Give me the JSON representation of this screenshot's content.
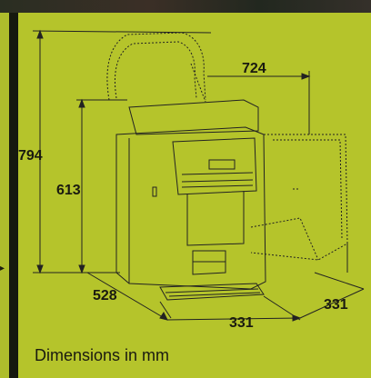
{
  "dimensions": {
    "height_total": "794",
    "height_body": "613",
    "width_open": "724",
    "depth": "528",
    "width": "331",
    "door_width": "331"
  },
  "caption": "Dimensions in mm",
  "colors": {
    "panel": "#b5c42b",
    "ink": "#1a1a10"
  }
}
